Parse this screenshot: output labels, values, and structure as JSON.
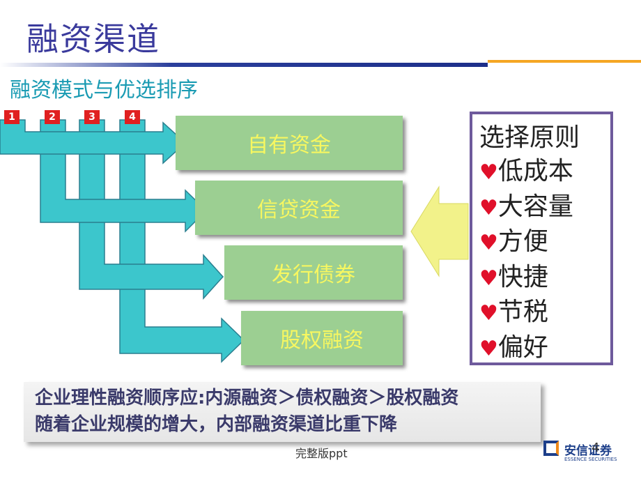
{
  "title": "融资渠道",
  "subtitle": "融资模式与优选排序",
  "numbers": [
    "1",
    "2",
    "3",
    "4"
  ],
  "funding_sources": [
    "自有资金",
    "信贷资金",
    "发行债券",
    "股权融资"
  ],
  "principles": {
    "heading": "选择原则",
    "heart": "♥",
    "items": [
      "低成本",
      "大容量",
      "方便",
      "快捷",
      "节税",
      "偏好"
    ]
  },
  "summary": {
    "line1": "企业理性融资顺序应:内源融资＞债权融资＞股权融资",
    "line2": "随着企业规模的增大，内部融资渠道比重下降"
  },
  "footer": "完整版ppt",
  "page_number": "4",
  "logo": {
    "name": "安信证券",
    "english": "ESSENCE SECURITIES"
  },
  "colors": {
    "title": "#3a3a9c",
    "subtitle": "#1a9bb3",
    "arrow": "#3cc6cc",
    "box": "#9ccf92",
    "box_text": "#f7f760",
    "heart": "#e0102a",
    "big_arrow": "#f2f28a"
  }
}
